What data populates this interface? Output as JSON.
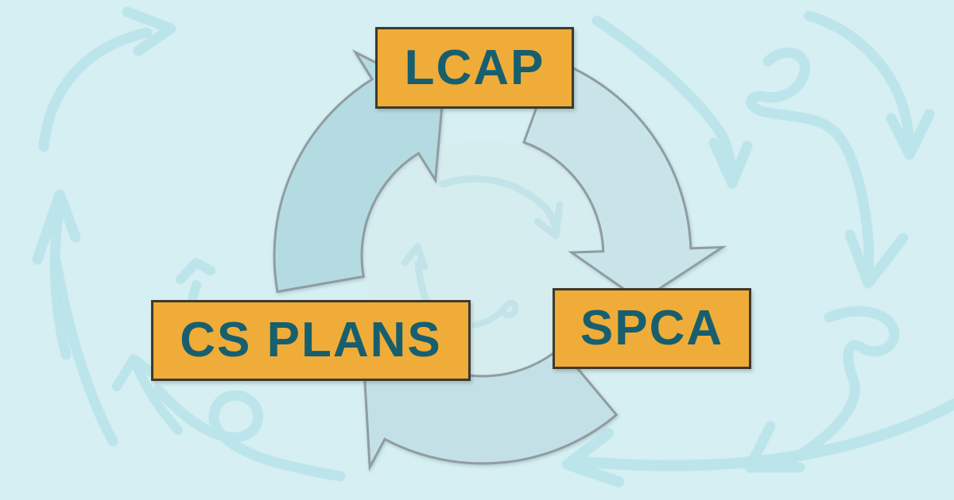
{
  "colors": {
    "background": "#d5eff2",
    "doodle": "#b9e3ea",
    "box-fill": "#f0ac38",
    "box-border": "#3d3a2c",
    "label-text": "#175f6e",
    "arrow-stroke": "#8f9da3",
    "arrow-fill-right": "#c9e4e8",
    "arrow-fill-bottom": "#c3e0e6",
    "arrow-fill-left": "#b5dbe2"
  },
  "diagram": {
    "type": "cycle",
    "direction": "clockwise",
    "nodes": [
      {
        "id": "lcap",
        "label": "LCAP",
        "position": "top"
      },
      {
        "id": "spca",
        "label": "SPCA",
        "position": "bottom-right"
      },
      {
        "id": "cs-plans",
        "label": "CS PLANS",
        "position": "bottom-left"
      }
    ],
    "edges": [
      {
        "from": "LCAP",
        "to": "SPCA"
      },
      {
        "from": "SPCA",
        "to": "CS PLANS"
      },
      {
        "from": "CS PLANS",
        "to": "LCAP"
      }
    ]
  }
}
